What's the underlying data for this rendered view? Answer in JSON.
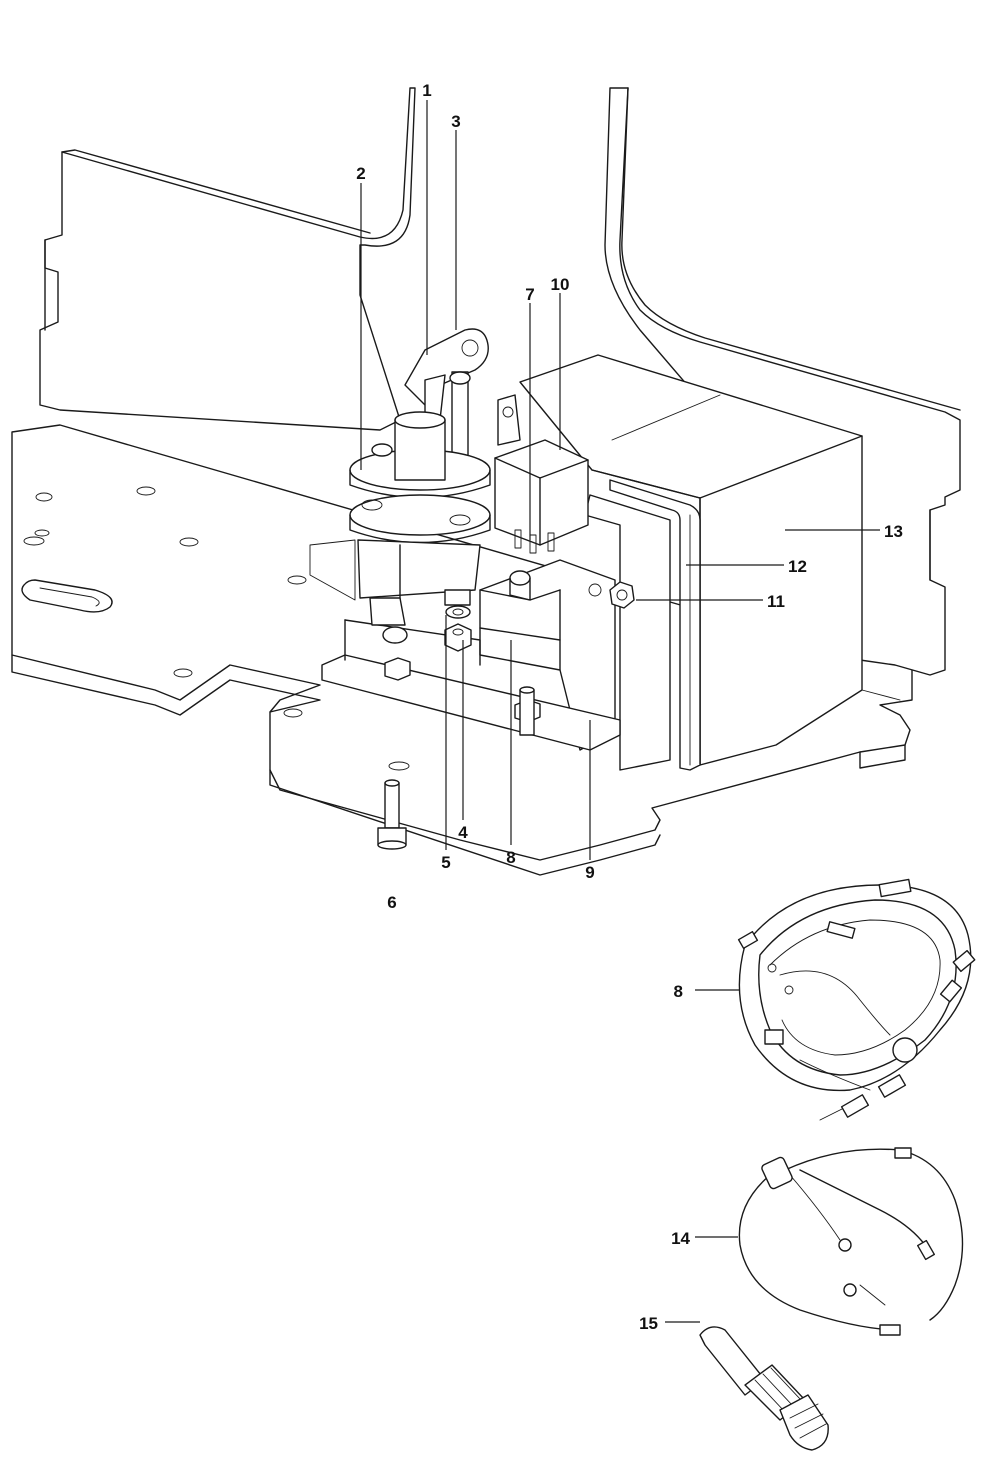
{
  "colors": {
    "line": "#1a1a1a",
    "background": "#ffffff",
    "label": "#111111"
  },
  "callouts": {
    "c1": "1",
    "c2": "2",
    "c3": "3",
    "c4": "4",
    "c5": "5",
    "c6": "6",
    "c7": "7",
    "c8a": "8",
    "c9": "9",
    "c10": "10",
    "c11": "11",
    "c12": "12",
    "c13": "13",
    "c8b": "8",
    "c14": "14",
    "c15": "15"
  }
}
